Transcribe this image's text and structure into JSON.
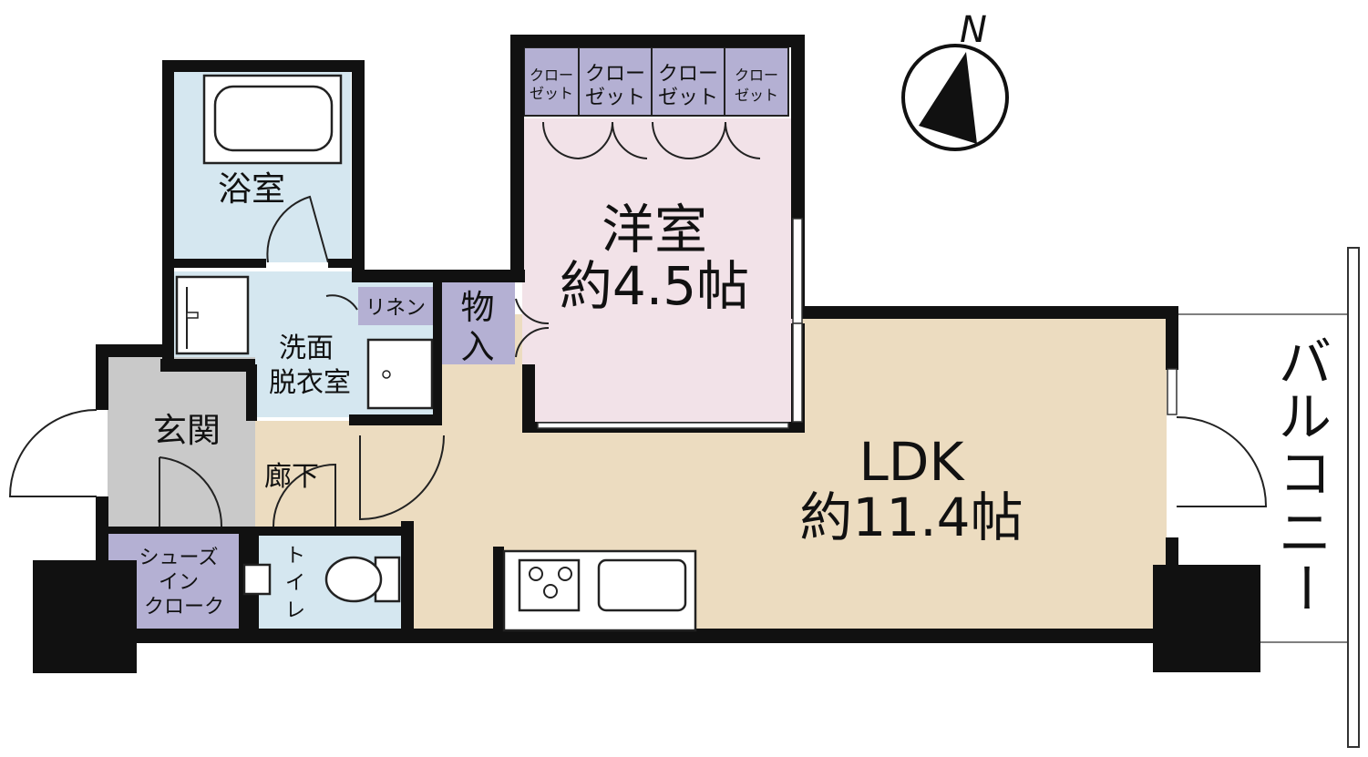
{
  "compass": {
    "north_label": "N"
  },
  "rooms": {
    "bath": "浴室",
    "western_room": {
      "name": "洋室",
      "size": "約4.5帖"
    },
    "closets": [
      [
        "クロー",
        "ゼット"
      ],
      [
        "クロー",
        "ゼット"
      ],
      [
        "クロー",
        "ゼット"
      ],
      [
        "クロー",
        "ゼット"
      ]
    ],
    "linen": "リネン",
    "storage": [
      "物",
      "入"
    ],
    "washroom": [
      "洗面",
      "脱衣室"
    ],
    "entrance": "玄関",
    "corridor": "廊下",
    "shoe_closet": [
      "シューズ",
      "イン",
      "クローク"
    ],
    "toilet": [
      "ト",
      "イ",
      "レ"
    ],
    "ldk": {
      "name": "LDK",
      "size": "約11.4帖"
    },
    "balcony": [
      "バ",
      "ル",
      "コ",
      "ニ",
      "ー"
    ]
  },
  "colors": {
    "ldk": "#ecdcc0",
    "western": "#f2e2e8",
    "wet_area": "#d5e7f0",
    "storage": "#b4b0d3",
    "entrance": "#c9c9c9",
    "corridor": "#ecdcc0",
    "wall": "#111111"
  }
}
